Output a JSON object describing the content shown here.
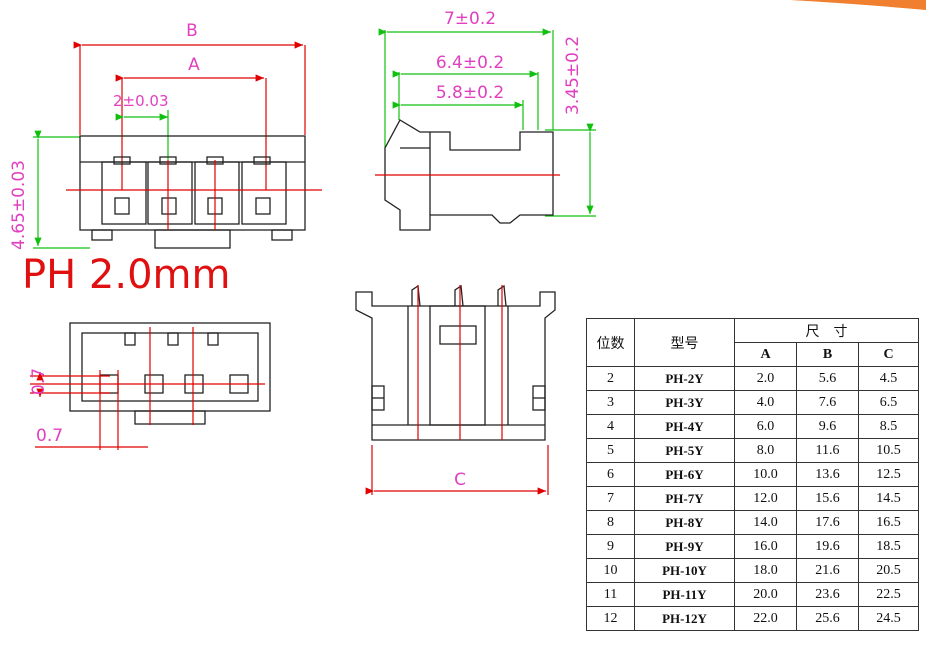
{
  "title": "PH 2.0mm",
  "dims": {
    "b": "B",
    "a": "A",
    "pitch": "2±0.03",
    "height": "4.65±0.03",
    "side_w1": "7±0.2",
    "side_w2": "6.4±0.2",
    "side_w3": "5.8±0.2",
    "side_h": "3.45±0.2",
    "pin_v": "0.7",
    "pin_h": "0.7",
    "c": "C"
  },
  "table": {
    "col_count": "位数",
    "col_model": "型号",
    "col_size": "尺　寸",
    "col_a": "A",
    "col_b": "B",
    "col_c": "C",
    "rows": [
      {
        "n": "2",
        "model": "PH-2Y",
        "a": "2.0",
        "b": "5.6",
        "c": "4.5"
      },
      {
        "n": "3",
        "model": "PH-3Y",
        "a": "4.0",
        "b": "7.6",
        "c": "6.5"
      },
      {
        "n": "4",
        "model": "PH-4Y",
        "a": "6.0",
        "b": "9.6",
        "c": "8.5"
      },
      {
        "n": "5",
        "model": "PH-5Y",
        "a": "8.0",
        "b": "11.6",
        "c": "10.5"
      },
      {
        "n": "6",
        "model": "PH-6Y",
        "a": "10.0",
        "b": "13.6",
        "c": "12.5"
      },
      {
        "n": "7",
        "model": "PH-7Y",
        "a": "12.0",
        "b": "15.6",
        "c": "14.5"
      },
      {
        "n": "8",
        "model": "PH-8Y",
        "a": "14.0",
        "b": "17.6",
        "c": "16.5"
      },
      {
        "n": "9",
        "model": "PH-9Y",
        "a": "16.0",
        "b": "19.6",
        "c": "18.5"
      },
      {
        "n": "10",
        "model": "PH-10Y",
        "a": "18.0",
        "b": "21.6",
        "c": "20.5"
      },
      {
        "n": "11",
        "model": "PH-11Y",
        "a": "20.0",
        "b": "23.6",
        "c": "22.5"
      },
      {
        "n": "12",
        "model": "PH-12Y",
        "a": "22.0",
        "b": "25.6",
        "c": "24.5"
      }
    ]
  },
  "colors": {
    "dimension": "#e040c0",
    "centerline": "#e00000",
    "extension": "#10c010",
    "title": "#e01010"
  }
}
